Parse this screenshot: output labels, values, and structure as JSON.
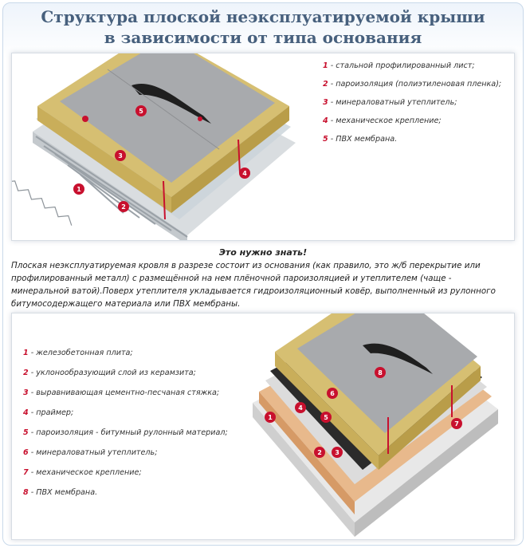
{
  "title": {
    "line1": "Структура плоской неэксплуатируемой крыши",
    "line2": "в зависимости от типа основания"
  },
  "diagram1": {
    "legend": [
      {
        "num": "1",
        "text": "- стальной профилированный лист;"
      },
      {
        "num": "2",
        "text": " - пароизоляция (полиэтиленовая пленка);"
      },
      {
        "num": "3",
        "text": "- минераловатный утеплитель;"
      },
      {
        "num": "4",
        "text": "- механическое крепление;"
      },
      {
        "num": "5",
        "text": "- ПВХ мембрана."
      }
    ],
    "markers": [
      "1",
      "2",
      "3",
      "4",
      "5"
    ]
  },
  "info": {
    "heading": "Это нужно знать!",
    "line1": "Плоская неэксплуатируемая кровля в разрезе состоит из основания (как правило, это ж/б перекрытие или",
    "line2": "профилированный металл) с размещённой на нем плёночной пароизоляцией и утеплителем (чаще -",
    "line3": "минеральной ватой).Поверх утеплителя укладывается гидроизоляционный ковёр, выполненный из рулонного",
    "line4": "битумосодержащего материала или ПВХ мембраны."
  },
  "diagram2": {
    "legend": [
      {
        "num": "1",
        "text": " - железобетонная плита;"
      },
      {
        "num": "2",
        "text": " - уклонообразующий слой из керамзита;"
      },
      {
        "num": "3",
        "text": " - выравнивающая цементно-песчаная стяжка;"
      },
      {
        "num": "4",
        "text": " - праймер;"
      },
      {
        "num": "5",
        "text": " - пароизоляция - битумный рулонный материал;"
      },
      {
        "num": "6",
        "text": " - минераловатный утеплитель;"
      },
      {
        "num": "7",
        "text": " - механическое крепление;"
      },
      {
        "num": "8",
        "text": " - ПВХ мембрана."
      }
    ],
    "markers": [
      "1",
      "2",
      "3",
      "4",
      "5",
      "6",
      "7",
      "8"
    ]
  },
  "colors": {
    "title": "#47607d",
    "accent_red": "#c8102e",
    "insulation": "#d9c27a",
    "membrane": "#a7a9ac",
    "steel": "#d3d8dc",
    "concrete": "#e6e6e6",
    "clay": "#e7b98d",
    "bitumen": "#2b2b2b"
  }
}
